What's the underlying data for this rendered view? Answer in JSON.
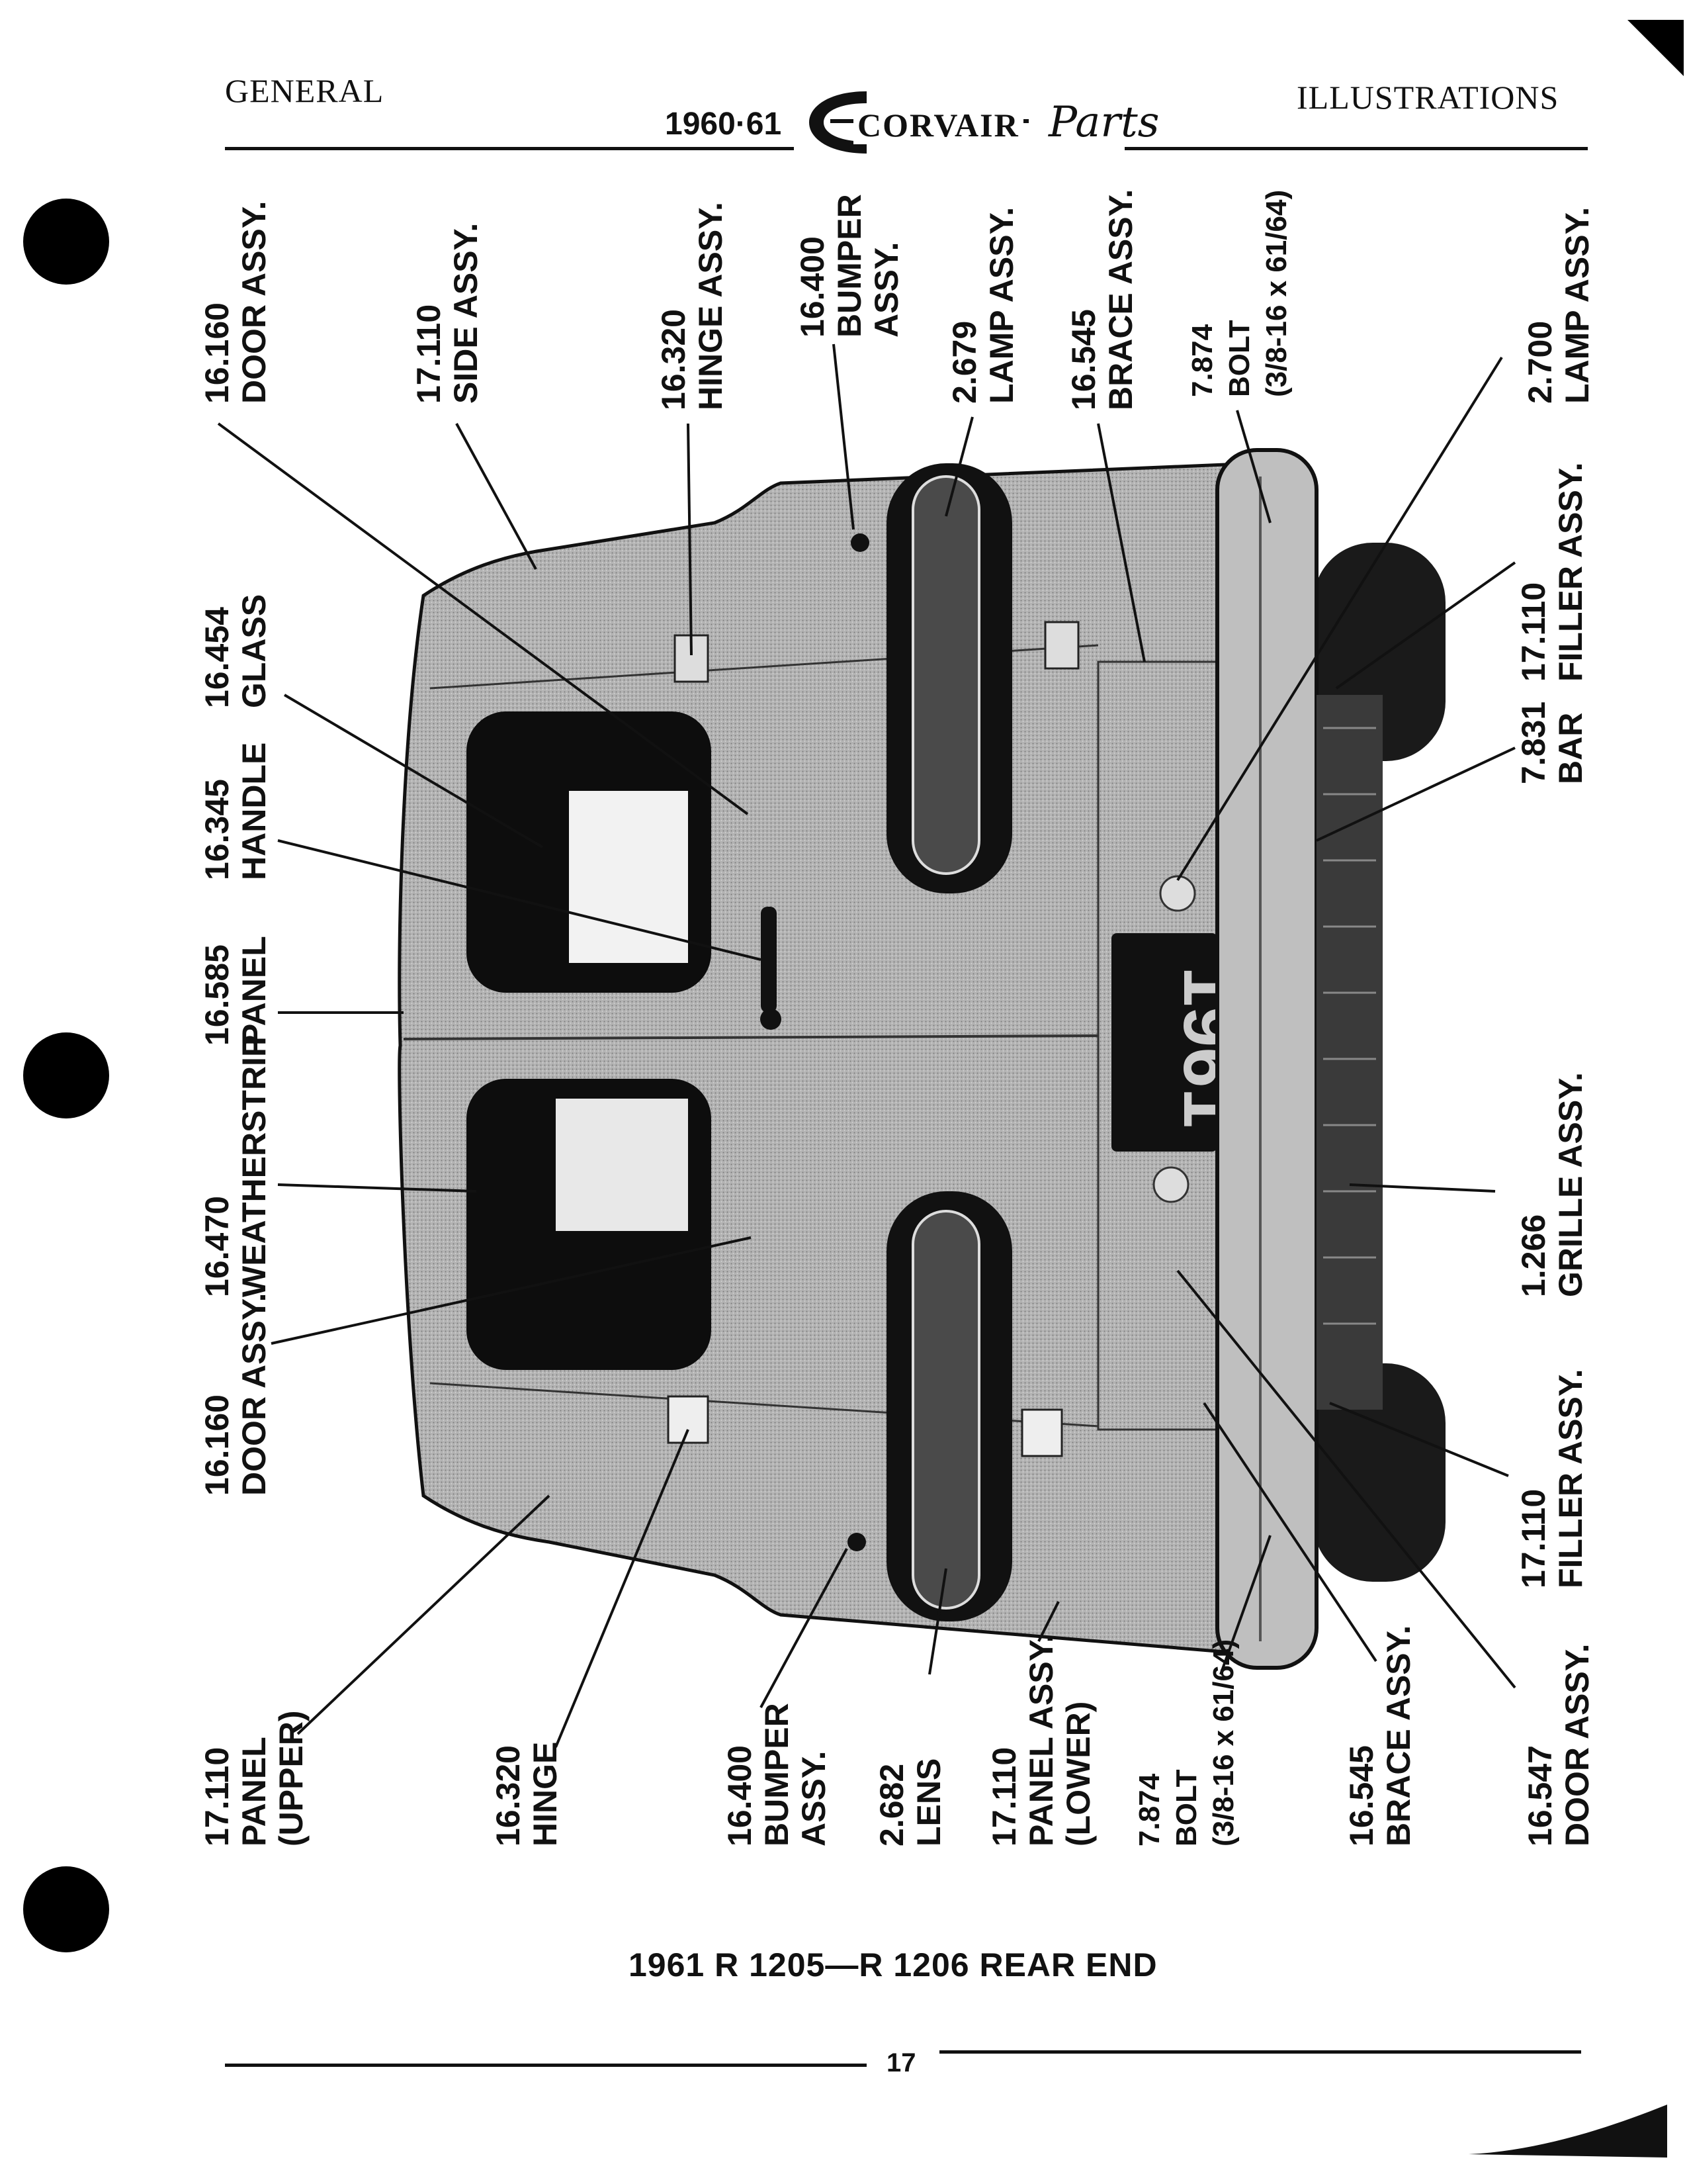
{
  "header": {
    "left": "GENERAL",
    "year": "1960·61",
    "brand": "CORVAIR",
    "brand_script": "Parts",
    "right": "ILLUSTRATIONS"
  },
  "labels": {
    "door_assy_a": "16.160\nDOOR ASSY.",
    "side_assy": "17.110\nSIDE ASSY.",
    "hinge_assy": "16.320\nHINGE ASSY.",
    "bumper_assy_a": "16.400\nBUMPER\nASSY.",
    "lamp_assy_a": "2.679\nLAMP ASSY.",
    "brace_assy_a": "16.545\nBRACE ASSY.",
    "bolt_a": "7.874\nBOLT\n(3/8-16 x 61/64)",
    "lamp_assy_b": "2.700\nLAMP ASSY.",
    "glass": "16.454\nGLASS",
    "handle": "16.345\nHANDLE",
    "panel": "16.585\nPANEL",
    "weatherstrip": "16.470\nWEATHERSTRIP",
    "door_assy_b": "16.160\nDOOR ASSY.",
    "filler_assy_a": "17.110\nFILLER ASSY.",
    "bar": "7.831\nBAR",
    "grille_assy": "1.266\nGRILLE ASSY.",
    "filler_assy_b": "17.110\nFILLER ASSY.",
    "panel_upper": "17.110\nPANEL\n(UPPER)",
    "hinge": "16.320\nHINGE",
    "bumper_assy_b": "16.400\nBUMPER\nASSY.",
    "lens": "2.682\nLENS",
    "panel_lower": "17.110\nPANEL ASSY.\n(LOWER)",
    "bolt_b": "7.874\nBOLT\n(3/8-16 x 61/64)",
    "brace_assy_b": "16.545\nBRACE ASSY.",
    "door_assy_c": "16.547\nDOOR ASSY."
  },
  "plate_text": "1961",
  "caption": "1961 R 1205—R 1206 REAR END",
  "page_number": "17"
}
